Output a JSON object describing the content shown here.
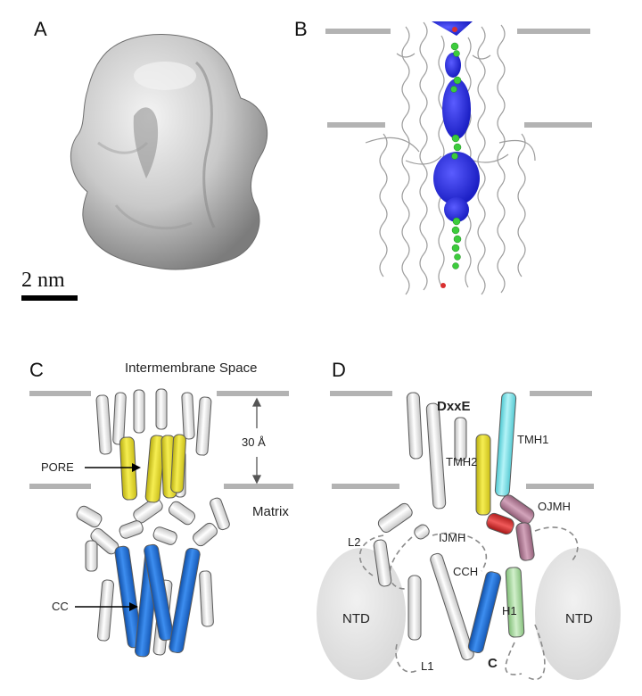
{
  "panels": {
    "a": {
      "label": "A",
      "scale_bar": "2 nm"
    },
    "b": {
      "label": "B"
    },
    "c": {
      "label": "C",
      "intermembrane": "Intermembrane Space",
      "distance": "30 Å",
      "matrix": "Matrix",
      "pore": "PORE",
      "cc": "CC"
    },
    "d": {
      "label": "D",
      "dxxe": "DxxE",
      "tmh1": "TMH1",
      "tmh2": "TMH2",
      "ojmh": "OJMH",
      "ijmh": "IJMH",
      "l2": "L2",
      "cch": "CCH",
      "ntd_left": "NTD",
      "ntd_right": "NTD",
      "h1": "H1",
      "l1": "L1",
      "c_term": "C"
    }
  },
  "colors": {
    "membrane": "#b3b3b3",
    "helix_gray": "#d8d8d8",
    "pore_yellow": "#e8de2a",
    "cc_blue": "#1e6fd0",
    "tmh1_cyan": "#7fe3ea",
    "ojmh_mauve": "#b77f9a",
    "ijmh_red": "#d92b2b",
    "h1_green": "#a8d8a0",
    "ntd_gray": "#e6e6e6",
    "tunnel_blue": "#2b2fe0",
    "water_green": "#3ccc3c"
  }
}
